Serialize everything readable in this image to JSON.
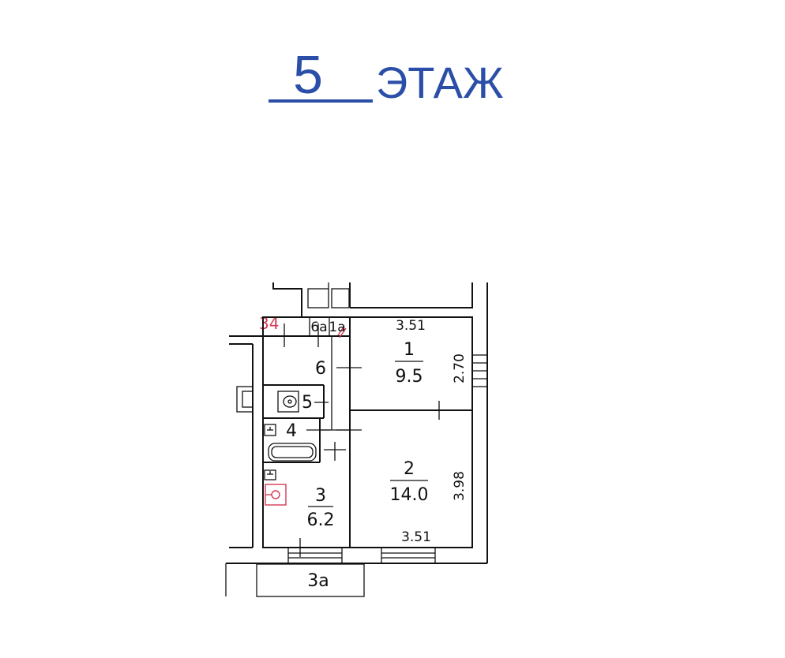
{
  "header": {
    "floor_number": "5",
    "floor_word": "ЭТАЖ"
  },
  "apartment_label": "34",
  "colors": {
    "header": "#2b4fa8",
    "apartment_label": "#d63a55",
    "lines": "#111111"
  },
  "rooms": [
    {
      "id": "1",
      "area": "9.5"
    },
    {
      "id": "2",
      "area": "14.0"
    },
    {
      "id": "3",
      "area": "6.2"
    },
    {
      "id": "4"
    },
    {
      "id": "5"
    },
    {
      "id": "6"
    },
    {
      "id": "1a"
    },
    {
      "id": "6a"
    },
    {
      "id": "3a"
    }
  ],
  "dimensions": {
    "room1_width": "3.51",
    "room1_depth": "2.70",
    "room2_depth": "3.98",
    "room2_width": "3.51"
  }
}
